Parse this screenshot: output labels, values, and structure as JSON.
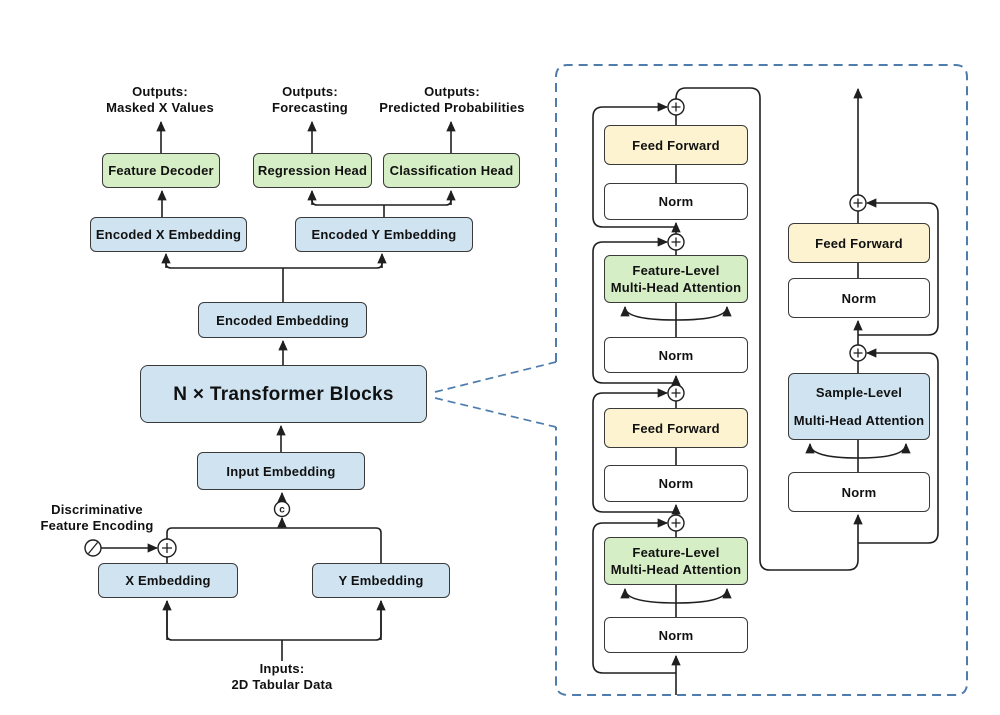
{
  "colors": {
    "box_blue": "#cfe3f1",
    "box_green": "#d6eec6",
    "box_yellow": "#fdf3d0",
    "box_white": "#ffffff",
    "border_dark": "#3a3a3a",
    "line": "#1f1f1f",
    "dashed_blue": "#4d7cad",
    "text": "#111111"
  },
  "diagram": {
    "output_labels": [
      {
        "line1": "Outputs:",
        "line2": "Masked X Values"
      },
      {
        "line1": "Outputs:",
        "line2": "Forecasting"
      },
      {
        "line1": "Outputs:",
        "line2": "Predicted Probabilities"
      }
    ],
    "heads": [
      {
        "label": "Feature Decoder"
      },
      {
        "label": "Regression Head"
      },
      {
        "label": "Classification Head"
      }
    ],
    "encoded_x": "Encoded X Embedding",
    "encoded_y": "Encoded Y Embedding",
    "encoded_embedding": "Encoded Embedding",
    "transformer_blocks": "N × Transformer Blocks",
    "input_embedding": "Input Embedding",
    "x_embedding": "X Embedding",
    "y_embedding": "Y Embedding",
    "discriminative": {
      "line1": "Discriminative",
      "line2": "Feature Encoding"
    },
    "inputs": {
      "line1": "Inputs:",
      "line2": "2D Tabular Data"
    },
    "concat_symbol": "c"
  },
  "panel": {
    "norm": "Norm",
    "feed_forward": "Feed Forward",
    "feature_attention": {
      "line1": "Feature-Level",
      "line2": "Multi-Head Attention"
    },
    "sample_attention": {
      "line1": "Sample-Level",
      "line2": "Multi-Head Attention"
    }
  }
}
